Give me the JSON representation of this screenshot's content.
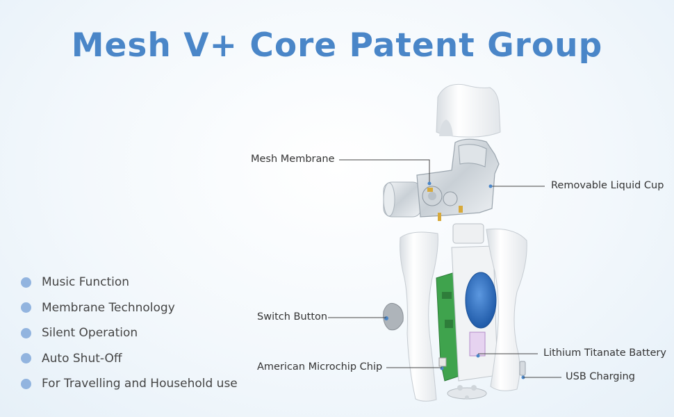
{
  "title": "Mesh V+ Core Patent Group",
  "features": [
    "Music Function",
    "Membrane Technology",
    "Silent Operation",
    "Auto Shut-Off",
    "For Travelling and Household use"
  ],
  "callouts": {
    "mesh_membrane": "Mesh Membrane",
    "removable_liquid_cup": "Removable Liquid Cup",
    "switch_button": "Switch Button",
    "american_microchip": "American Microchip Chip",
    "lithium_battery": "Lithium Titanate Battery",
    "usb_charging": "USB Charging"
  },
  "colors": {
    "title": "#4a86c8",
    "bullet": "#92b4df",
    "battery": "#2f6fc4",
    "pcb": "#3fa34d"
  }
}
